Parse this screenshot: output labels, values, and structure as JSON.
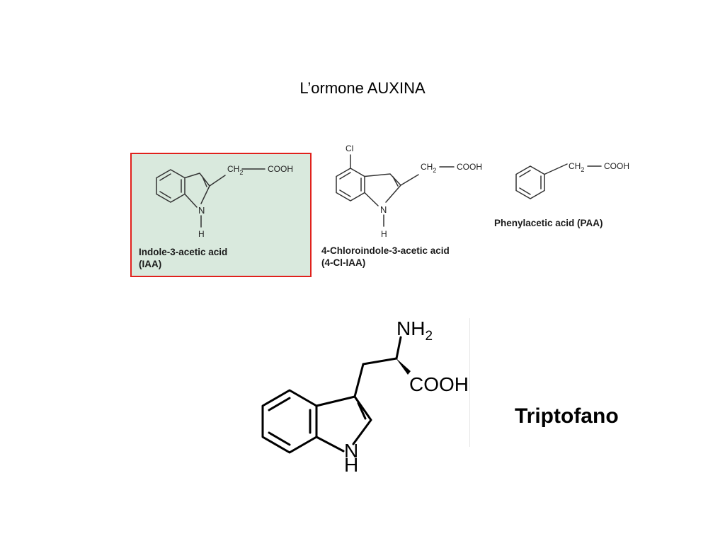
{
  "slide": {
    "title": "L’ormone AUXINA"
  },
  "molecules": {
    "iaa": {
      "label_line1": "Indole-3-acetic acid",
      "label_line2": "(IAA)",
      "ch2": "CH",
      "sub2": "2",
      "cooh": "COOH",
      "n": "N",
      "h": "H",
      "highlighted": true,
      "highlight_border": "#e0211c",
      "highlight_fill": "#d9e9dd"
    },
    "cl_iaa": {
      "label_line1": "4-Chloroindole-3-acetic acid",
      "label_line2": "(4-Cl-IAA)",
      "cl": "Cl",
      "ch2": "CH",
      "sub2": "2",
      "cooh": "COOH",
      "n": "N",
      "h": "H"
    },
    "paa": {
      "label": "Phenylacetic acid (PAA)",
      "ch2": "CH",
      "sub2": "2",
      "cooh": "COOH"
    },
    "tryptophan": {
      "name": "Triptofano",
      "nh": "NH",
      "sub2": "2",
      "cooh": "COOH",
      "n": "N",
      "h": "H"
    }
  }
}
